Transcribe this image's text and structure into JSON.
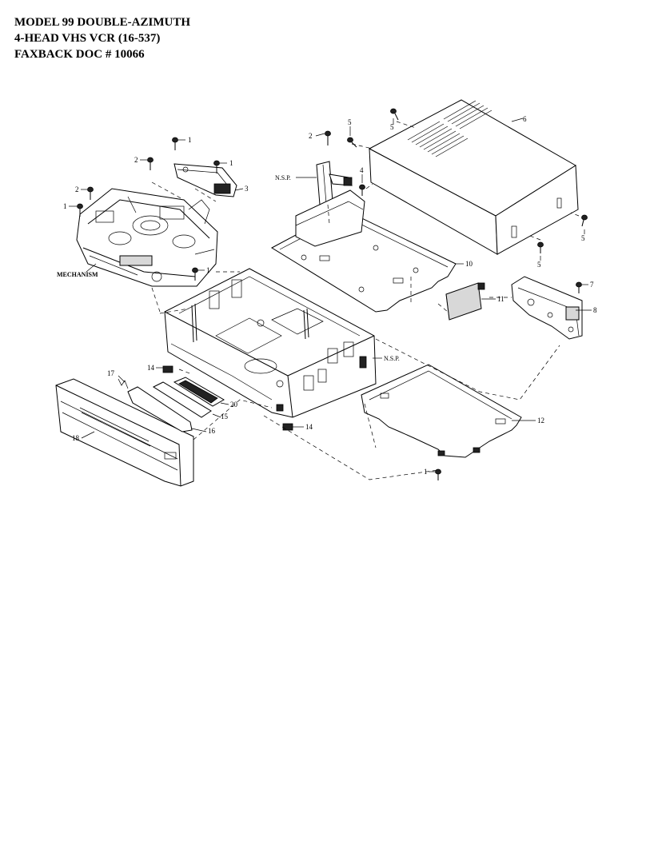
{
  "header": {
    "line1": "MODEL 99 DOUBLE-AZIMUTH",
    "line2": "4-HEAD VHS VCR  (16-537)",
    "line3": "FAXBACK DOC # 10066"
  },
  "labels": {
    "mechanism": "MECHANISM",
    "nsp": "N.S.P.",
    "nsp_chassis": "N.S.P."
  },
  "callouts": [
    {
      "id": "c1a",
      "text": "1"
    },
    {
      "id": "c1b",
      "text": "1"
    },
    {
      "id": "c1c",
      "text": "1"
    },
    {
      "id": "c1d",
      "text": "1"
    },
    {
      "id": "c1e",
      "text": "1"
    },
    {
      "id": "c2a",
      "text": "2"
    },
    {
      "id": "c2b",
      "text": "2"
    },
    {
      "id": "c2c",
      "text": "2"
    },
    {
      "id": "c3",
      "text": "3"
    },
    {
      "id": "c4",
      "text": "4"
    },
    {
      "id": "c5a",
      "text": "5"
    },
    {
      "id": "c5b",
      "text": "5"
    },
    {
      "id": "c5c",
      "text": "5"
    },
    {
      "id": "c5d",
      "text": "5"
    },
    {
      "id": "c6",
      "text": "6"
    },
    {
      "id": "c7",
      "text": "7"
    },
    {
      "id": "c8",
      "text": "8"
    },
    {
      "id": "c10",
      "text": "10"
    },
    {
      "id": "c11",
      "text": "11"
    },
    {
      "id": "c12",
      "text": "12"
    },
    {
      "id": "c14a",
      "text": "14"
    },
    {
      "id": "c14b",
      "text": "14"
    },
    {
      "id": "c15",
      "text": "15"
    },
    {
      "id": "c16",
      "text": "16"
    },
    {
      "id": "c17",
      "text": "17"
    },
    {
      "id": "c18",
      "text": "18"
    },
    {
      "id": "c20",
      "text": "20"
    }
  ]
}
